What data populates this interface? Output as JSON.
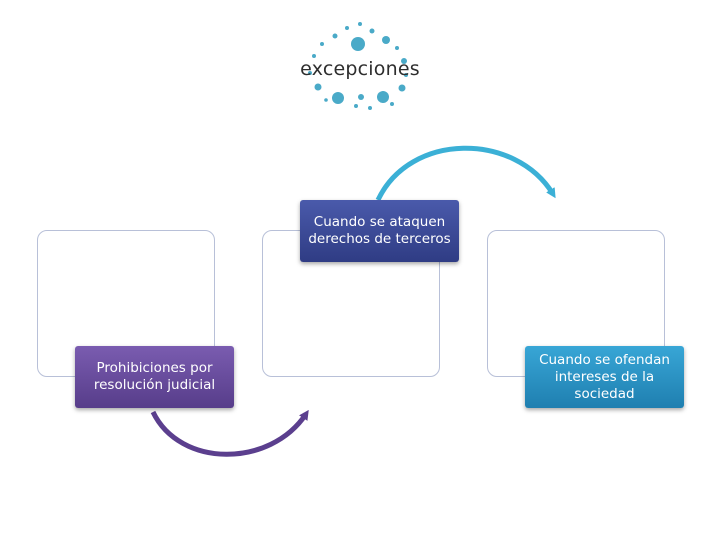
{
  "title": "excepciones",
  "colors": {
    "dots": "#4aaac8",
    "arrow_top": "#3bb0d6",
    "arrow_bottom": "#5b3f8e",
    "box_top": "#3d4b9a",
    "box_left": "#6a4d9e",
    "box_right": "#2a8fc0",
    "box_outline": "#b8c0d8"
  },
  "nodes": [
    {
      "id": "top",
      "label": "Cuando se ataquen derechos de terceros"
    },
    {
      "id": "left",
      "label": "Prohibiciones por resolución judicial"
    },
    {
      "id": "right",
      "label": "Cuando se ofendan intereses de la sociedad"
    }
  ]
}
